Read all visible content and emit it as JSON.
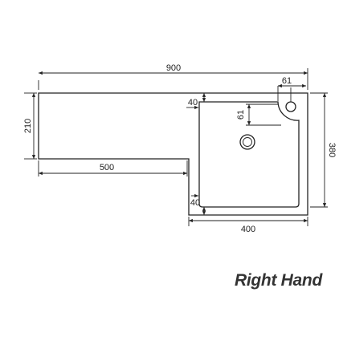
{
  "dimensions": {
    "overall_width": "900",
    "tap_offset_horizontal": "61",
    "tap_offset_vertical": "61",
    "rim_top": "40",
    "rim_bottom": "40",
    "vanity_depth": "210",
    "basin_depth": "380",
    "vanity_width": "500",
    "basin_width": "400"
  },
  "caption": "Right Hand"
}
